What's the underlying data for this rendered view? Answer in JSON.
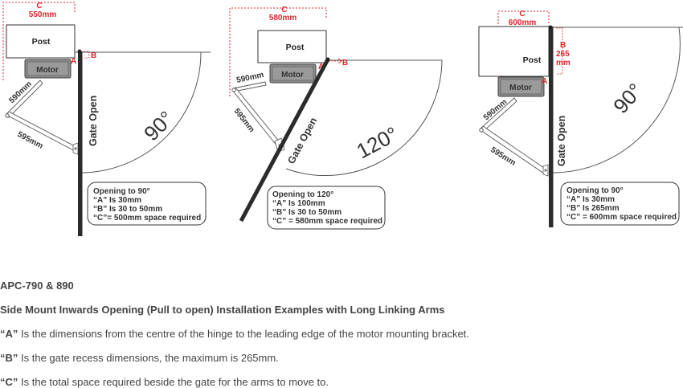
{
  "diagrams": [
    {
      "c_label": "C",
      "c_value": "550mm",
      "post": "Post",
      "motor": "Motor",
      "a": "A",
      "b": "B",
      "arm1": "590mm",
      "arm2": "595mm",
      "gate_open": "Gate Open",
      "angle": "90°",
      "info": [
        "Opening to 90°",
        "“A” Is 30mm",
        "“B” Is 30 to 50mm",
        "“C”= 500mm space required"
      ]
    },
    {
      "c_label": "C",
      "c_value": "580mm",
      "post": "Post",
      "motor": "Motor",
      "a": "A",
      "b": "B",
      "arm1": "590mm",
      "arm2": "595mm",
      "gate_open": "Gate Open",
      "angle": "120°",
      "info": [
        "Opening to 120°",
        "“A” Is 100mm",
        "“B” Is 30 to 50mm",
        "“C” = 580mm space required"
      ]
    },
    {
      "c_label": "C",
      "c_value": "600mm",
      "b_label": "B",
      "b_value1": "265",
      "b_value2": "mm",
      "post": "Post",
      "motor": "Motor",
      "a": "A",
      "arm1": "590mm",
      "arm2": "595mm",
      "gate_open": "Gate Open",
      "angle": "90°",
      "info": [
        "Opening to 90°",
        "“A” Is 30mm",
        "“B” Is 265mm",
        "“C” = 600mm space required"
      ]
    }
  ],
  "text": {
    "model": "APC-790 & 890",
    "heading": "Side Mount Inwards Opening (Pull to open) Installation Examples with Long Linking Arms",
    "a_key": "“A”",
    "a_desc": " Is the dimensions from the centre of the hinge to the leading edge of the motor mounting bracket.",
    "b_key": "“B”",
    "b_desc": " Is the gate recess dimensions, the maximum is 265mm.",
    "c_key": "“C”",
    "c_desc": " Is the total space required beside the gate for the arms to move to."
  },
  "colors": {
    "dimension_red": "#e0262a",
    "motor_grey": "#8c8c8c",
    "gate": "#2b2b2b"
  }
}
